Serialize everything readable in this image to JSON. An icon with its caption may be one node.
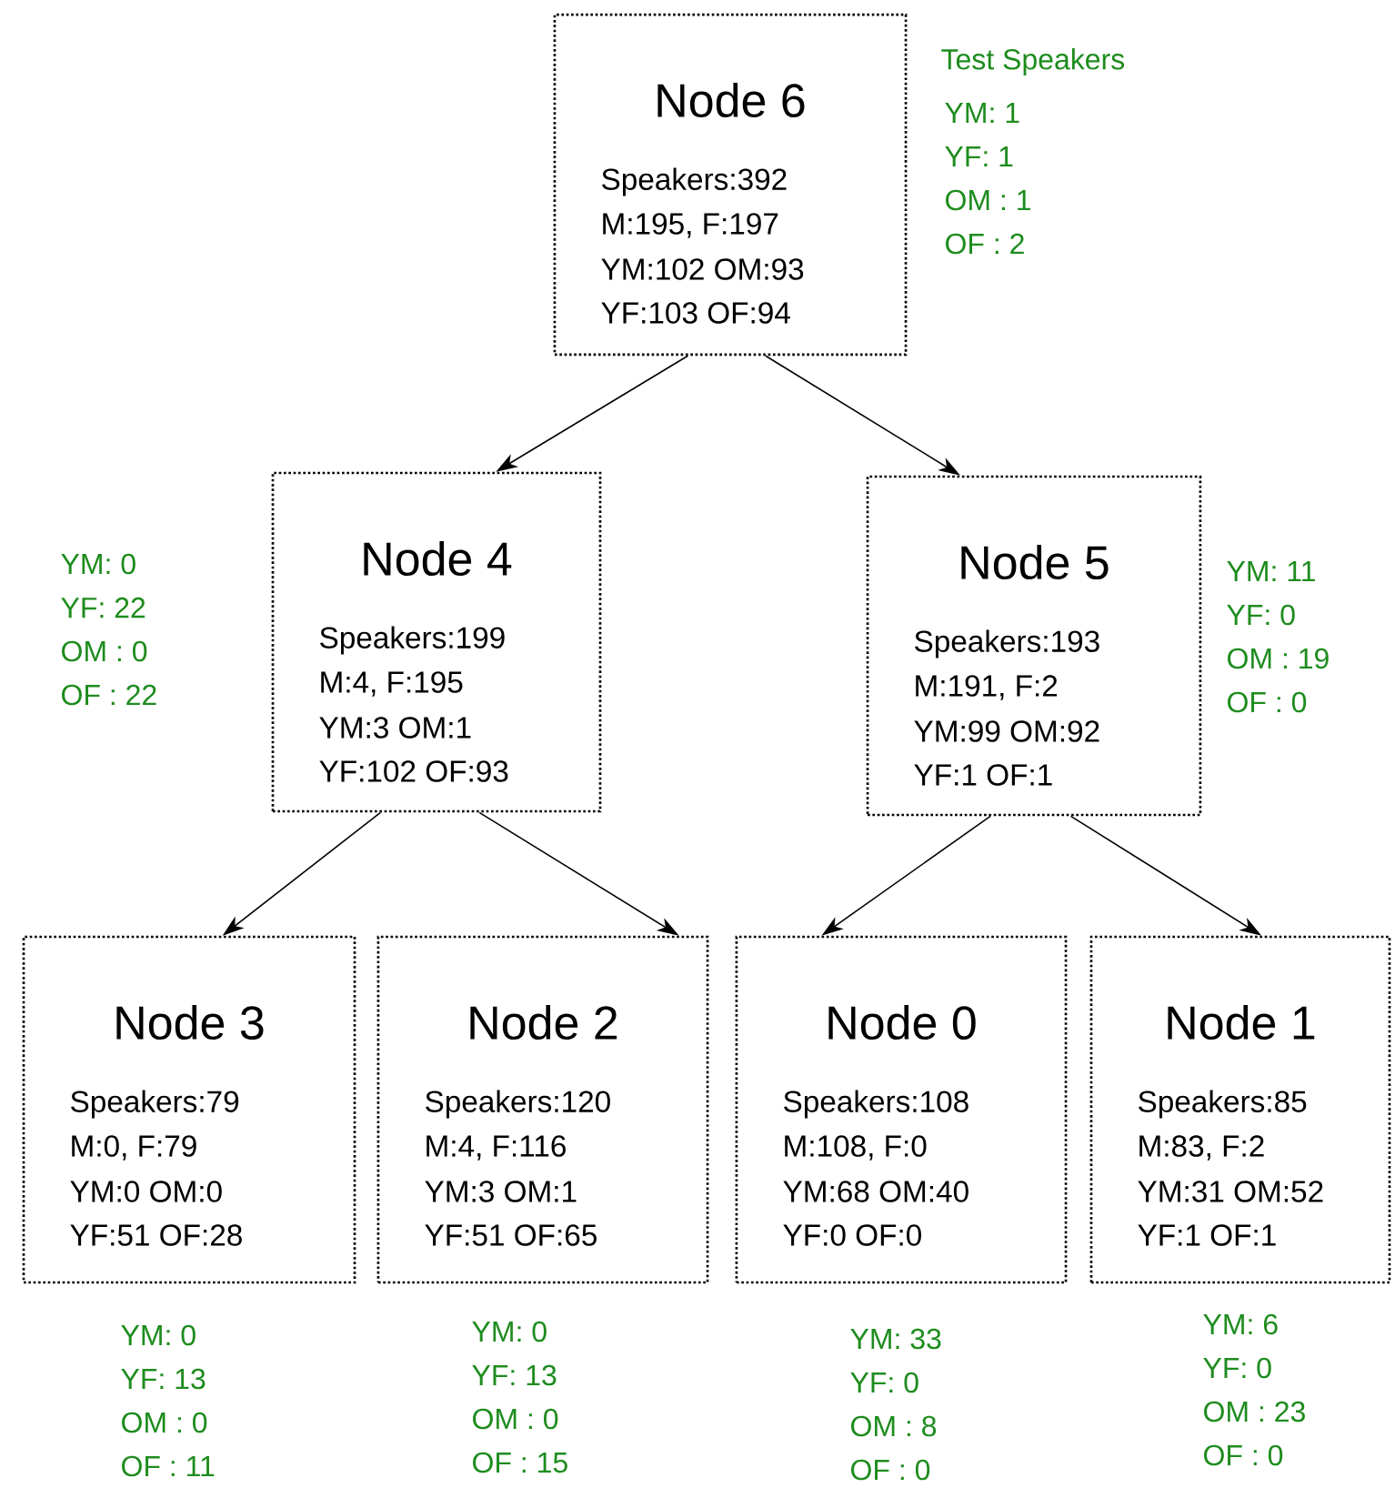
{
  "diagram": {
    "nodes": [
      {
        "text": [
          "Node 6",
          "Speakers:392",
          "M:195, F:197",
          "YM:102 OM:93",
          "YF:103 OF:94"
        ],
        "beside": [
          "Test Speakers",
          "YM: 1",
          "YF: 1",
          "OM : 1",
          "OF : 2"
        ]
      },
      {
        "text": [
          "Node 4",
          "Speakers:199",
          "M:4, F:195",
          "YM:3 OM:1",
          "YF:102 OF:93"
        ],
        "beside": [
          "YM: 0",
          "YF: 22",
          "OM : 0",
          "OF : 22"
        ]
      },
      {
        "text": [
          "Node 5",
          "Speakers:193",
          "M:191, F:2",
          "YM:99 OM:92",
          "YF:1 OF:1"
        ],
        "beside": [
          "YM: 11",
          "YF: 0",
          "OM : 19",
          "OF : 0"
        ]
      },
      {
        "text": [
          "Node 3",
          "Speakers:79",
          "M:0, F:79",
          "YM:0 OM:0",
          "YF:51 OF:28"
        ],
        "beside": [
          "YM: 0",
          "YF: 13",
          "OM : 0",
          "OF : 11"
        ]
      },
      {
        "text": [
          "Node 2",
          "Speakers:120",
          "M:4, F:116",
          "YM:3 OM:1",
          "YF:51 OF:65"
        ],
        "beside": [
          "YM: 0",
          "YF: 13",
          "OM : 0",
          "OF : 15"
        ]
      },
      {
        "text": [
          "Node 0",
          "Speakers:108",
          "M:108, F:0",
          "YM:68 OM:40",
          "YF:0 OF:0"
        ],
        "beside": [
          "YM: 33",
          "YF: 0",
          "OM : 8",
          "OF : 0"
        ]
      },
      {
        "text": [
          "Node 1",
          "Speakers:85",
          "M:83, F:2",
          "YM:31 OM:52",
          "YF:1 OF:1"
        ],
        "beside": [
          "YM: 6",
          "YF: 0",
          "OM : 23",
          "OF : 0"
        ]
      }
    ],
    "edges": [
      {
        "from": 0,
        "to": 1,
        "arrow": "to"
      },
      {
        "from": 0,
        "to": 2,
        "arrow": "to"
      },
      {
        "from": 1,
        "to": 3,
        "arrow": "to"
      },
      {
        "from": 1,
        "to": 4,
        "arrow": "to"
      },
      {
        "from": 2,
        "to": 5,
        "arrow": "to"
      },
      {
        "from": 2,
        "to": 6,
        "arrow": "to"
      }
    ]
  }
}
